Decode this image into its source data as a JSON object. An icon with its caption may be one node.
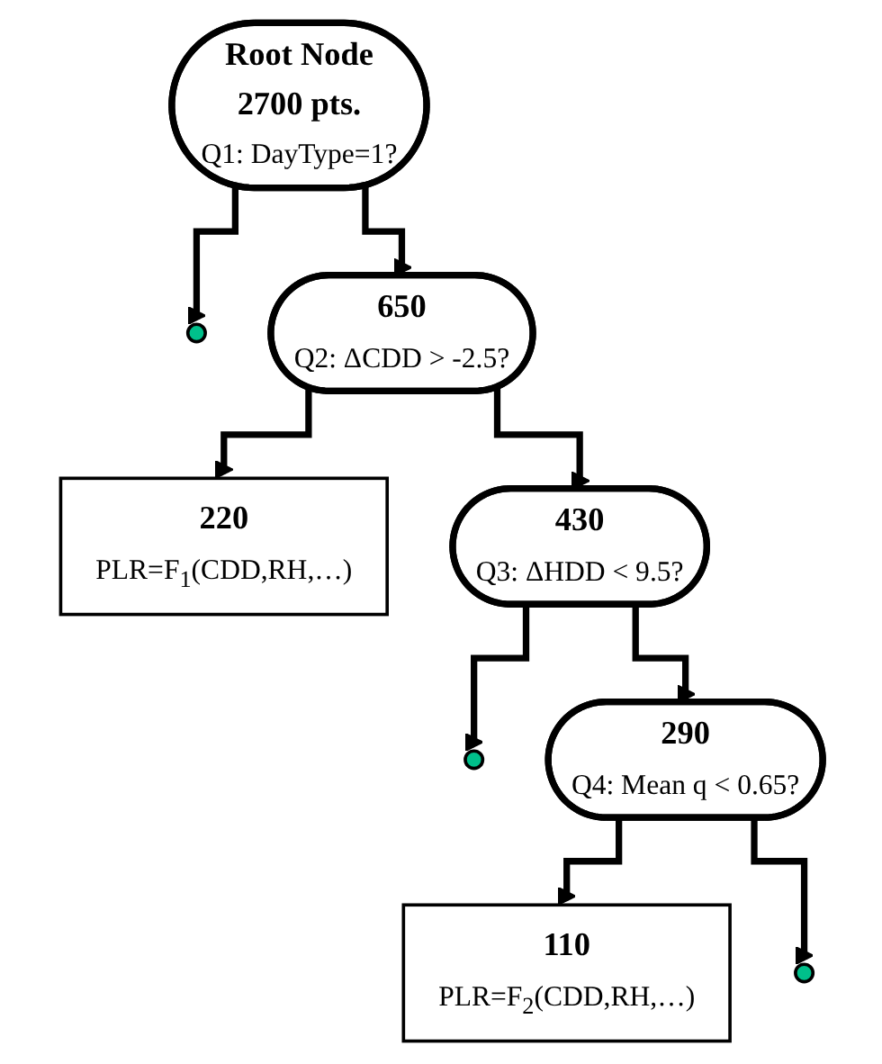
{
  "diagram": {
    "nodes": [
      {
        "text": [
          "Root Node",
          "2700 pts.",
          "Q1: DayType=1?"
        ]
      },
      {
        "text": [],
        "shape": "circle"
      },
      {
        "text": [
          "650",
          "Q2: ΔCDD > -2.5?"
        ]
      },
      {
        "text": [
          "220",
          "PLR=F$_{1}$(CDD,RH,…)"
        ]
      },
      {
        "text": [
          "430",
          "Q3: ΔHDD < 9.5?"
        ]
      },
      {
        "text": [],
        "shape": "circle"
      },
      {
        "text": [
          "290",
          "Q4: Mean q < 0.65?"
        ]
      },
      {
        "text": [
          "110",
          "PLR=F$_{2}$(CDD,RH,…)"
        ]
      },
      {
        "text": [],
        "shape": "circle"
      }
    ],
    "edges": [
      {
        "from": 0,
        "to": 2,
        "arrow": "to"
      },
      {
        "from": 0,
        "to": 1,
        "arrow": "to"
      },
      {
        "from": 2,
        "to": 3,
        "arrow": "to"
      },
      {
        "from": 2,
        "to": 4,
        "arrow": "to"
      },
      {
        "from": 4,
        "to": 5,
        "arrow": "to"
      },
      {
        "from": 4,
        "to": 6,
        "arrow": "to"
      },
      {
        "from": 6,
        "to": 7,
        "arrow": "to"
      },
      {
        "from": 6,
        "to": 8,
        "arrow": "to"
      }
    ]
  }
}
